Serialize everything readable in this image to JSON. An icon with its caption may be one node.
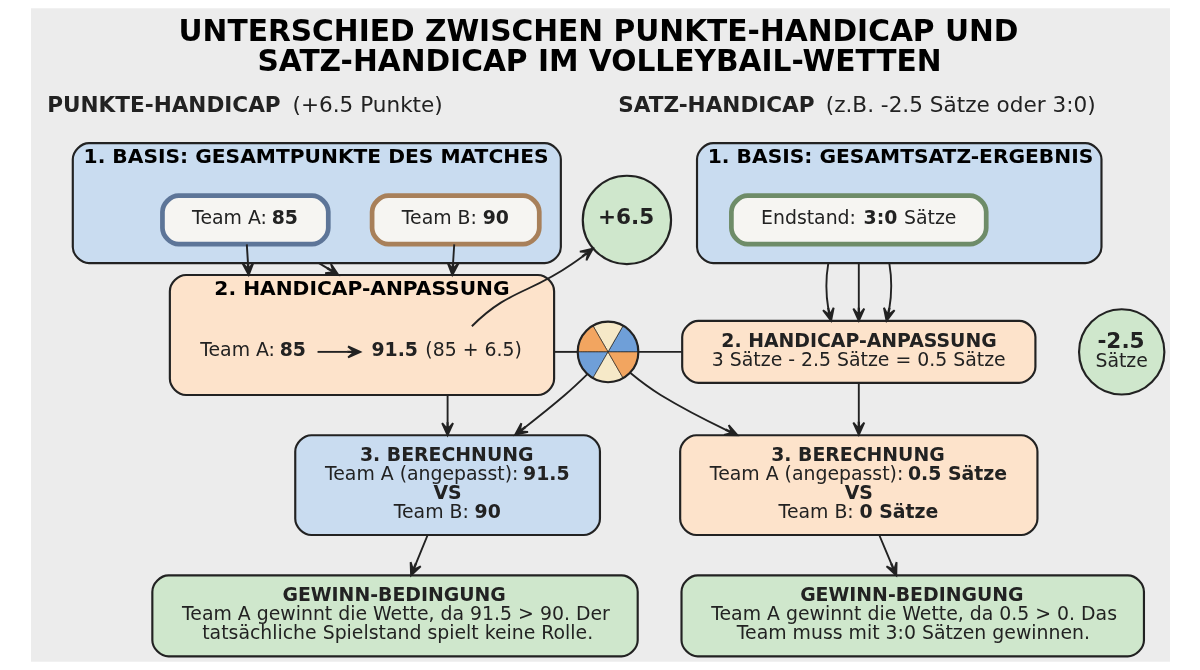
{
  "diagram": {
    "title": "UNTERSCHIED ZWISCHEN PUNKTE-HANDICAP UND SATZ-HANDICAP IM VOLLEYBAIL-WETTEN",
    "nodes": [
      {
        "text": [
          "1. BASIS: GESAMTPUNKTE DES MATCHES"
        ]
      },
      {
        "text": [
          "Team A: **85**"
        ],
        "in": 0
      },
      {
        "text": [
          "Team B: **90**"
        ],
        "in": 0
      },
      {
        "text": [
          "2. HANDICAP-ANPASSUNG"
        ]
      },
      {
        "text": [
          "Team A: **85**"
        ],
        "in": 3
      },
      {
        "text": [
          "**91.5** (85 + 6.5)"
        ],
        "in": 3
      },
      {
        "text": [
          "+6.5"
        ]
      },
      {
        "text": [
          "3. BERECHNUNG",
          "Team A (angepasst): **91.5**",
          "VS",
          "Team B: **90**"
        ]
      },
      {
        "text": [
          "GEWINN-BEDINGUNG",
          "Team A gewinnt die Wette, da 91.5 > 90. Der tatsächliche Spielstand spielt keine Rolle."
        ]
      },
      {
        "text": [],
        "shape": "picture"
      },
      {
        "text": [
          "1. BASIS: GESAMTSATZ-ERGEBNIS"
        ]
      },
      {
        "text": [
          "Endstand: **3:0** Sätze"
        ],
        "in": 10
      },
      {
        "text": [
          "2. HANDICAP-ANPASSUNG",
          "3 Sätze - 2.5 Sätze = 0.5 Sätze"
        ]
      },
      {
        "text": [
          "-2.5",
          "Sätze"
        ]
      },
      {
        "text": [
          "3. BERECHNUNG",
          "Team A (angepasst): **0.5 Sätze**",
          "VS",
          "Team B: **0 Sätze**"
        ]
      },
      {
        "text": [
          "GEWINN-BEDINGUNG",
          "Team A gewinnt die Wette, da 0.5 > 0. Das Team muss mit 3:0 Sätzen gewinnen."
        ]
      }
    ],
    "edges": [
      {
        "from": 1,
        "to": 3,
        "arrow": "to"
      },
      {
        "from": 0,
        "to": 3,
        "arrow": "to"
      },
      {
        "from": 2,
        "to": 3,
        "arrow": "to"
      },
      {
        "from": 4,
        "to": 5,
        "arrow": "to"
      },
      {
        "from": 5,
        "to": 6,
        "arrow": "to"
      },
      {
        "from": 3,
        "to": 7,
        "arrow": "to"
      },
      {
        "from": 7,
        "to": 8,
        "arrow": "to"
      },
      {
        "from": 3,
        "to": 9,
        "arrow": "none"
      },
      {
        "from": 9,
        "to": 12,
        "arrow": "none"
      },
      {
        "from": 9,
        "to": 7,
        "arrow": "to"
      },
      {
        "from": 9,
        "to": 14,
        "arrow": "to"
      },
      {
        "from": 10,
        "to": 12,
        "arrow": "to"
      },
      {
        "from": 10,
        "to": 12,
        "arrow": "to"
      },
      {
        "from": 10,
        "to": 12,
        "arrow": "to"
      },
      {
        "from": 12,
        "to": 14,
        "arrow": "to"
      },
      {
        "from": 14,
        "to": 15,
        "arrow": "to"
      }
    ],
    "labels": [
      "**PUNKTE-HANDICAP** (+6.5 Punkte)",
      "**SATZ-HANDICAP** (z.B. -2.5 Sätze oder 3:0)"
    ]
  }
}
